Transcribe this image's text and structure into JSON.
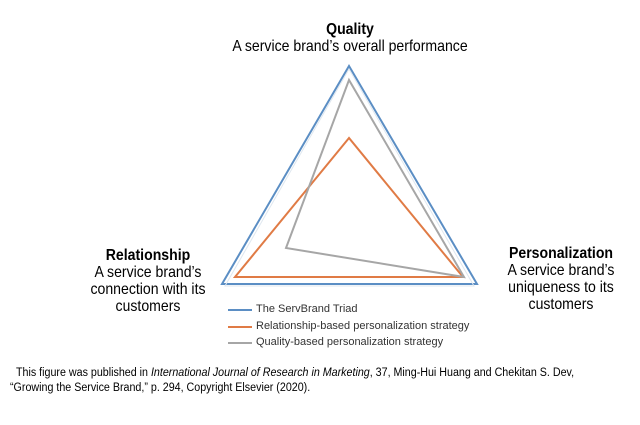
{
  "vertices": {
    "top": {
      "title": "Quality",
      "desc": "A service brand’s overall performance"
    },
    "left": {
      "title": "Relationship",
      "desc_lines": [
        "A service brand’s",
        "connection with its",
        "customers"
      ]
    },
    "right": {
      "title": "Personalization",
      "desc_lines": [
        "A service brand’s",
        "uniqueness to its",
        "customers"
      ]
    }
  },
  "legend": [
    {
      "label": "The ServBrand Triad",
      "color": "#5b8ec4"
    },
    {
      "label": "Relationship-based personalization strategy",
      "color": "#e07b45"
    },
    {
      "label": "Quality-based personalization strategy",
      "color": "#a6a6a6"
    }
  ],
  "citation": {
    "prefix": "This figure was published in ",
    "journal": "International Journal of Research in Marketing",
    "suffix": ", 37, Ming-Hui Huang and Chekitan S. Dev,",
    "line2": "“Growing the Service Brand,” p. 294, Copyright Elsevier (2020)."
  }
}
